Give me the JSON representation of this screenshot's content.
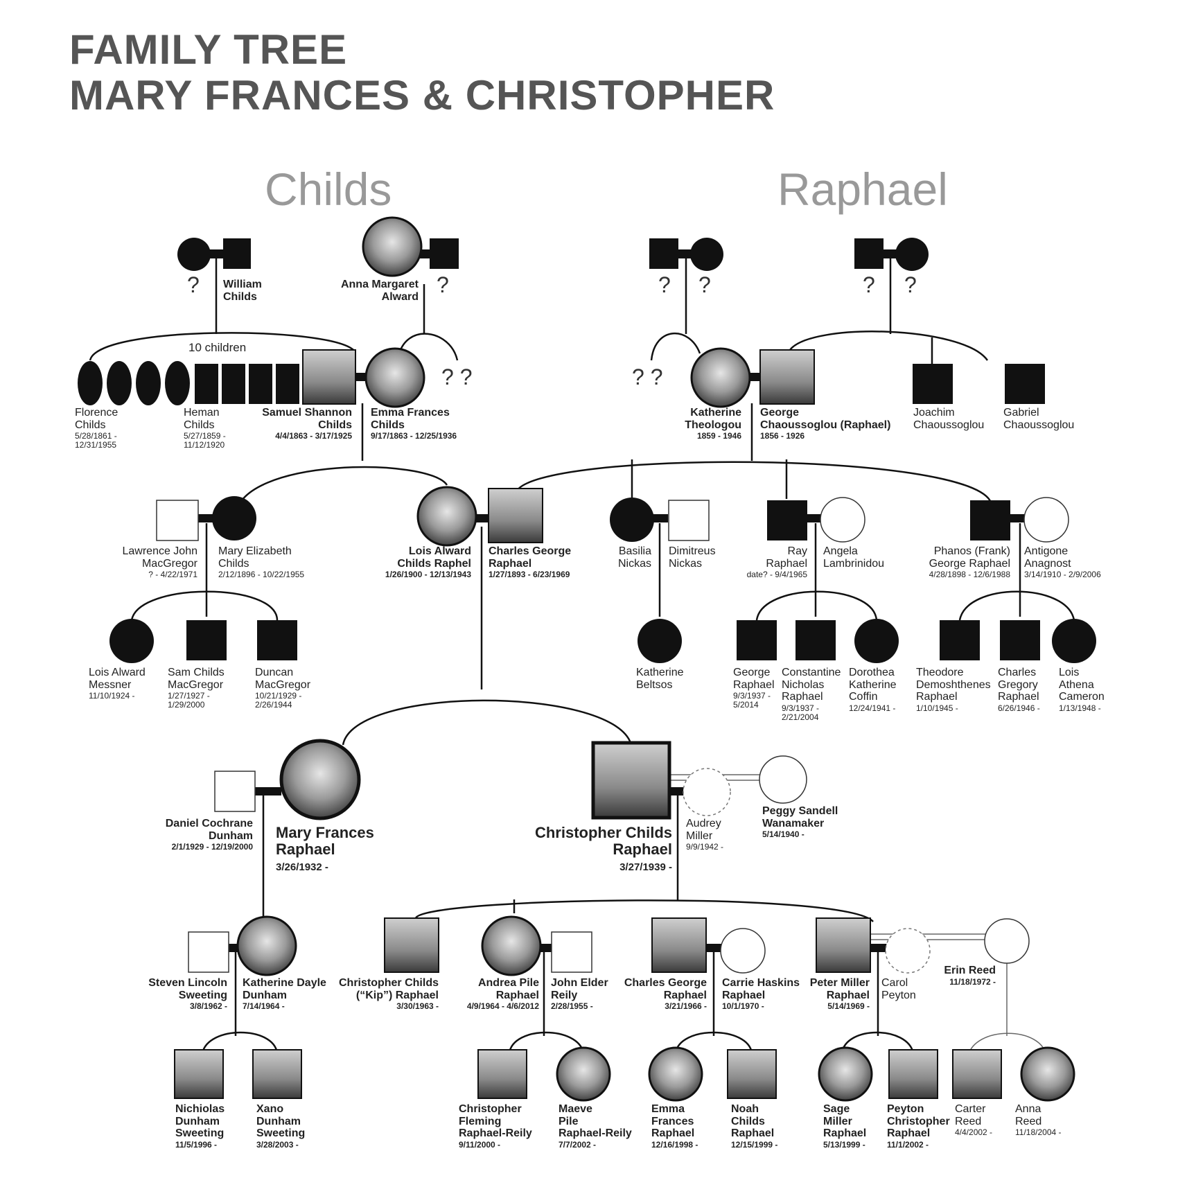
{
  "title": {
    "line1": "FAMILY TREE",
    "line2": "MARY FRANCES & CHRISTOPHER"
  },
  "branches": {
    "left": "Childs",
    "right": "Raphael"
  },
  "notes": {
    "ten_children": "10  children"
  },
  "unknown": {
    "q": "?",
    "qq": "? ?"
  },
  "people": {
    "william_childs": {
      "name": "William\nChilds"
    },
    "anna_alward": {
      "name": "Anna Margaret\nAlward"
    },
    "florence_childs": {
      "name": "Florence\nChilds",
      "dates": "5/28/1861 -\n12/31/1955"
    },
    "heman_childs": {
      "name": "Heman\nChilds",
      "dates": "5/27/1859 -\n11/12/1920"
    },
    "samuel_childs": {
      "name": "Samuel Shannon\nChilds",
      "dates": "4/4/1863 - 3/17/1925"
    },
    "emma_childs": {
      "name": "Emma Frances\nChilds",
      "dates": "9/17/1863 - 12/25/1936"
    },
    "katherine_theologou": {
      "name": "Katherine\nTheologou",
      "dates": "1859 - 1946"
    },
    "george_chaoussoglou": {
      "name": "George\nChaoussoglou (Raphael)",
      "dates": "1856 - 1926"
    },
    "joachim": {
      "name": "Joachim\nChaoussoglou"
    },
    "gabriel": {
      "name": "Gabriel\nChaoussoglou"
    },
    "lawrence_macgregor": {
      "name": "Lawrence John\nMacGregor",
      "dates": "? - 4/22/1971"
    },
    "mary_elizabeth": {
      "name": "Mary Elizabeth\nChilds",
      "dates": "2/12/1896 - 10/22/1955"
    },
    "lois_childs": {
      "name": "Lois Alward\nChilds Raphel",
      "dates": "1/26/1900 - 12/13/1943"
    },
    "charles_george": {
      "name": "Charles George\nRaphael",
      "dates": "1/27/1893 - 6/23/1969"
    },
    "basilia": {
      "name": "Basilia\nNickas"
    },
    "dimitreus": {
      "name": "Dimitreus\nNickas"
    },
    "ray": {
      "name": "Ray\nRaphael",
      "dates": "date? -  9/4/1965"
    },
    "angela": {
      "name": "Angela\nLambrinidou"
    },
    "phanos": {
      "name": "Phanos (Frank)\nGeorge  Raphael",
      "dates": "4/28/1898 - 12/6/1988"
    },
    "antigone": {
      "name": "Antigone\nAnagnost",
      "dates": "3/14/1910 - 2/9/2006"
    },
    "lois_messner": {
      "name": "Lois Alward\nMessner",
      "dates": "11/10/1924 -"
    },
    "sam_macgregor": {
      "name": "Sam Childs\nMacGregor",
      "dates": "1/27/1927 -\n1/29/2000"
    },
    "duncan_macgregor": {
      "name": "Duncan\nMacGregor",
      "dates": "10/21/1929 -\n2/26/1944"
    },
    "katherine_beltsos": {
      "name": "Katherine\nBeltsos"
    },
    "george_raphael2": {
      "name": "George\nRaphael",
      "dates": "9/3/1937 -\n5/2014"
    },
    "constantine": {
      "name": "Constantine\nNicholas\nRaphael",
      "dates": "9/3/1937 -\n2/21/2004"
    },
    "dorothea": {
      "name": "Dorothea\nKatherine\nCoffin",
      "dates": "12/24/1941 -"
    },
    "theodore": {
      "name": "Theodore\nDemoshthenes\nRaphael",
      "dates": "1/10/1945 -"
    },
    "charles_gregory": {
      "name": "Charles\nGregory\nRaphael",
      "dates": "6/26/1946 -"
    },
    "lois_cameron": {
      "name": "Lois\nAthena\nCameron",
      "dates": "1/13/1948 -"
    },
    "daniel_dunham": {
      "name": "Daniel Cochrane\nDunham",
      "dates": "2/1/1929 - 12/19/2000"
    },
    "mary_frances": {
      "name": "Mary Frances\nRaphael",
      "dates": "3/26/1932 -"
    },
    "christopher": {
      "name": "Christopher Childs\nRaphael",
      "dates": "3/27/1939 -"
    },
    "audrey": {
      "name": "Audrey\nMiller",
      "dates": "9/9/1942 -"
    },
    "peggy": {
      "name": "Peggy Sandell\nWanamaker",
      "dates": "5/14/1940 -"
    },
    "steven": {
      "name": "Steven Lincoln\nSweeting",
      "dates": "3/8/1962 -"
    },
    "katherine_dayle": {
      "name": "Katherine Dayle\nDunham",
      "dates": "7/14/1964 -"
    },
    "kip": {
      "name": "Christopher  Childs\n(“Kip”) Raphael",
      "dates": "3/30/1963 -"
    },
    "andrea": {
      "name": "Andrea Pile\nRaphael",
      "dates": "4/9/1964 - 4/6/2012"
    },
    "john_reily": {
      "name": "John Elder\nReily",
      "dates": "2/28/1955 -"
    },
    "charles_g2": {
      "name": "Charles  George\nRaphael",
      "dates": "3/21/1966 -"
    },
    "carrie": {
      "name": "Carrie Haskins\nRaphael",
      "dates": "10/1/1970 -"
    },
    "peter": {
      "name": "Peter  Miller\nRaphael",
      "dates": "5/14/1969 -"
    },
    "carol": {
      "name": "Carol\nPeyton"
    },
    "erin": {
      "name": "Erin Reed",
      "dates": "11/18/1972 -"
    },
    "nicholas": {
      "name": "Nichiolas\nDunham\nSweeting",
      "dates": "11/5/1996 -"
    },
    "xano": {
      "name": "Xano\nDunham\nSweeting",
      "dates": "3/28/2003 -"
    },
    "christopher_f": {
      "name": "Christopher\nFleming\nRaphael-Reily",
      "dates": "9/11/2000 -"
    },
    "maeve": {
      "name": "Maeve\nPile\nRaphael-Reily",
      "dates": "7/7/2002 -"
    },
    "emma_f": {
      "name": "Emma\nFrances\nRaphael",
      "dates": "12/16/1998 -"
    },
    "noah": {
      "name": "Noah\nChilds\nRaphael",
      "dates": "12/15/1999 -"
    },
    "sage": {
      "name": "Sage\nMiller\nRaphael",
      "dates": "5/13/1999 -"
    },
    "peyton": {
      "name": "Peyton\nChristopher\nRaphael",
      "dates": "11/1/2002 -"
    },
    "carter": {
      "name": "Carter\nReed",
      "dates": "4/4/2002 -"
    },
    "anna_reed": {
      "name": "Anna\nReed",
      "dates": "11/18/2004 -"
    }
  }
}
